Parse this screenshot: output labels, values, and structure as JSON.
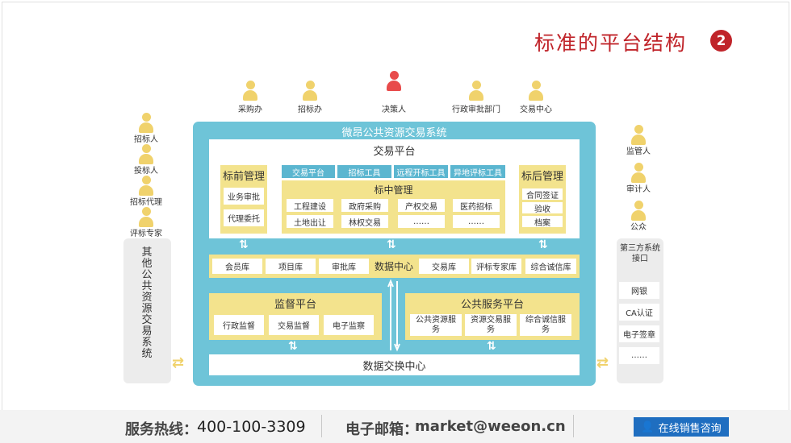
{
  "page": {
    "title": "标准的平台结构",
    "badge": "2"
  },
  "top_roles": [
    {
      "label": "采购办",
      "color": "yellow"
    },
    {
      "label": "招标办",
      "color": "yellow"
    },
    {
      "label": "决策人",
      "color": "red"
    },
    {
      "label": "行政审批部门",
      "color": "yellow"
    },
    {
      "label": "交易中心",
      "color": "yellow"
    }
  ],
  "left_roles": [
    "招标人",
    "投标人",
    "招标代理",
    "评标专家"
  ],
  "right_roles": [
    "监管人",
    "审计人",
    "公众"
  ],
  "left_system": {
    "label": "其他公共资源交易系统"
  },
  "right_system": {
    "title": "第三方系统接口",
    "items": [
      "网银",
      "CA认证",
      "电子签章",
      "……"
    ]
  },
  "main": {
    "title": "微昂公共资源交易系统",
    "trading": {
      "title": "交易平台",
      "pre": {
        "title": "标前管理",
        "items": [
          "业务审批",
          "代理委托"
        ]
      },
      "tabs": [
        "交易平台",
        "招标工具",
        "远程开标工具",
        "异地评标工具"
      ],
      "mid": {
        "title": "标中管理",
        "items": [
          "工程建设",
          "政府采购",
          "产权交易",
          "医药招标",
          "土地出让",
          "林权交易",
          "……",
          "……"
        ]
      },
      "post": {
        "title": "标后管理",
        "items": [
          "合同签证",
          "验收",
          "档案"
        ]
      }
    },
    "data_center": {
      "label": "数据中心",
      "left_items": [
        "会员库",
        "项目库",
        "审批库"
      ],
      "right_items": [
        "交易库",
        "评标专家库",
        "综合诚信库"
      ]
    },
    "supervision": {
      "title": "监督平台",
      "items": [
        "行政监督",
        "交易监督",
        "电子监察"
      ]
    },
    "public_service": {
      "title": "公共服务平台",
      "items": [
        "公共资源服务",
        "资源交易服务",
        "综合诚信服务"
      ]
    },
    "exchange": {
      "label": "数据交换中心"
    }
  },
  "footer": {
    "hotline_label": "服务热线：",
    "hotline": "400-100-3309",
    "email_label": "电子邮箱：",
    "email": "market@weeon.cn",
    "online_label": "在线销售咨询"
  },
  "colors": {
    "accent": "#c0242a",
    "frame_blue": "#6ec4d8",
    "yellow": "#f3e38d",
    "person_yellow": "#f0d26c",
    "person_red": "#e84b4b",
    "button_blue": "#1f6ec0"
  }
}
